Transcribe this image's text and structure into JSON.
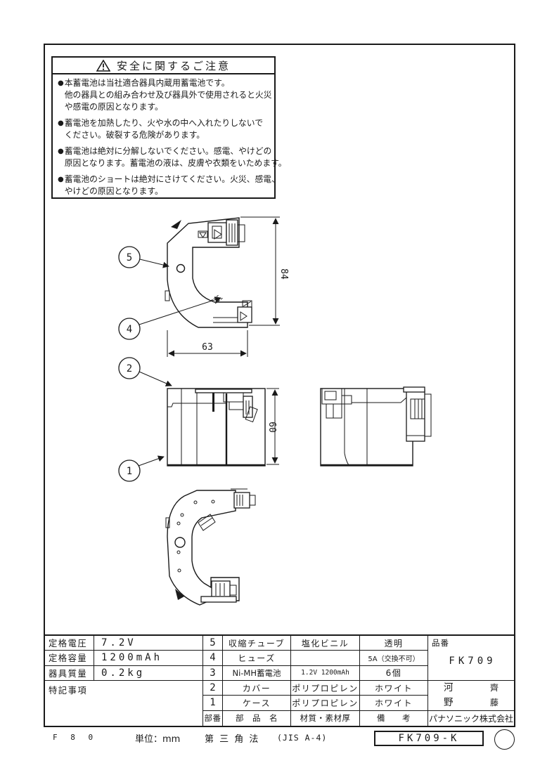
{
  "colors": {
    "ink": "#1a1a1a",
    "paper": "#ffffff"
  },
  "warning": {
    "title": "安全に関するご注意",
    "bullet": "●",
    "items": [
      {
        "lines": [
          "本蓄電池は当社適合器具内蔵用蓄電池です。",
          "他の器具との組み合わせ及び器具外で使用されると火災",
          "や感電の原因となります。"
        ]
      },
      {
        "lines": [
          "蓄電池を加熱したり、火や水の中へ入れたりしないで",
          "ください。破裂する危険があります。"
        ]
      },
      {
        "lines": [
          "蓄電池は絶対に分解しないでください。感電、やけどの",
          "原因となります。蓄電池の液は、皮膚や衣類をいためます。"
        ]
      },
      {
        "lines": [
          "蓄電池のショートは絶対にさけてください。火災、感電、",
          "やけどの原因となります。"
        ]
      }
    ]
  },
  "drawing": {
    "callouts": {
      "c5": "5",
      "c4": "4",
      "c2": "2",
      "c1": "1"
    },
    "dim_side_height": "84",
    "dim_side_width": "63",
    "dim_front_height": "60"
  },
  "spec_table": {
    "rows": [
      {
        "label": "定格電圧",
        "value": "7.2V"
      },
      {
        "label": "定格容量",
        "value": "1200mAh"
      },
      {
        "label": "器具質量",
        "value": "0.2kg"
      }
    ],
    "notes_label": "特記事項"
  },
  "parts_table": {
    "col_no": "部番",
    "col_name": "部　品　名",
    "col_material": "材質・素材厚",
    "col_remarks": "備　　考",
    "rows": [
      {
        "no": "5",
        "name": "収縮チューブ",
        "material": "塩化ビニル",
        "remarks": "透明"
      },
      {
        "no": "4",
        "name": "ヒューズ",
        "material": "",
        "remarks": "5A（交換不可）"
      },
      {
        "no": "3",
        "name": "Ni-MH蓄電池",
        "material": "1.2V 1200mAh",
        "remarks": "6個"
      },
      {
        "no": "2",
        "name": "カバー",
        "material": "ポリプロピレン",
        "remarks": "ホワイト"
      },
      {
        "no": "1",
        "name": "ケース",
        "material": "ポリプロピレン",
        "remarks": "ホワイト"
      }
    ]
  },
  "title_block": {
    "part_no_label": "品番",
    "part_no": "FK709",
    "approver_left_top": "河",
    "approver_left_bottom": "野",
    "approver_right_top": "齊",
    "approver_right_bottom": "藤",
    "company": "パナソニック株式会社"
  },
  "footer": {
    "form_code": "F 8 0",
    "unit": "単位：mm",
    "projection": "第 三 角 法",
    "standard": "(JIS A-4)",
    "doc_number": "FK709-K"
  }
}
